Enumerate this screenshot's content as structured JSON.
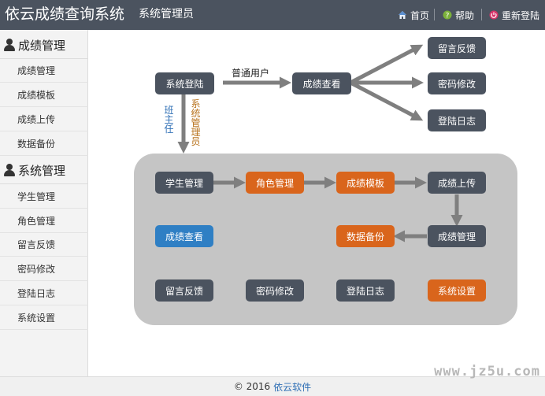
{
  "header": {
    "app_title": "依云成绩查询系统",
    "user_role": "系统管理员",
    "nav": {
      "home": "首页",
      "help": "帮助",
      "relogin": "重新登陆"
    },
    "icons": {
      "home": "home-icon",
      "help": "help-icon",
      "relogin": "power-icon"
    }
  },
  "sidebar": {
    "groups": [
      {
        "title": "成绩管理",
        "items": [
          "成绩管理",
          "成绩模板",
          "成绩上传",
          "数据备份"
        ]
      },
      {
        "title": "系统管理",
        "items": [
          "学生管理",
          "角色管理",
          "留言反馈",
          "密码修改",
          "登陆日志",
          "系统设置"
        ]
      }
    ]
  },
  "flow": {
    "top": {
      "login": "系统登陆",
      "score_view": "成绩查看",
      "feedback": "留言反馈",
      "password": "密码修改",
      "login_log": "登陆日志",
      "ordinary_user_label": "普通用户",
      "teacher_label": "班主任",
      "admin_label": "系统管理员"
    },
    "panel": {
      "student_mgmt": "学生管理",
      "role_mgmt": "角色管理",
      "score_template": "成绩模板",
      "score_upload": "成绩上传",
      "score_view": "成绩查看",
      "data_backup": "数据备份",
      "score_mgmt": "成绩管理",
      "feedback": "留言反馈",
      "password": "密码修改",
      "login_log": "登陆日志",
      "system_settings": "系统设置"
    },
    "colors": {
      "dark": "#4b535f",
      "orange": "#d9651c",
      "blue": "#2f7fc4",
      "arrow": "#7f7f7f",
      "teacher_text": "#2f6fb5",
      "admin_text": "#b8731e"
    }
  },
  "footer": {
    "copyright": "© 2016",
    "company": "依云软件"
  },
  "watermark": "www.jz5u.com"
}
